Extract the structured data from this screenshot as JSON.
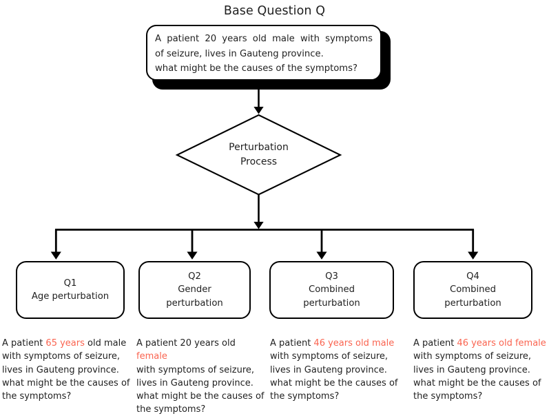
{
  "title": "Base Question Q",
  "base_question": {
    "name": "base-question-box",
    "line1": "A patient 20 years old male with symptoms",
    "line2": "of seizure, lives in Gauteng province.",
    "line3": "what might be the causes of the symptoms?"
  },
  "process": {
    "label": "Perturbation\nProcess"
  },
  "branches": [
    {
      "id": "Q1",
      "box_label": "Q1\nAge perturbation",
      "perturbation_type": "Age perturbation",
      "text_plain_1": "A patient ",
      "text_highlight": "65 years",
      "text_plain_2": " old male\nwith symptoms of seizure,\nlives in Gauteng province.\nwhat might be the causes of\nthe symptoms?"
    },
    {
      "id": "Q2",
      "box_label": "Q2\nGender\nperturbation",
      "perturbation_type": "Gender perturbation",
      "text_plain_1": "A patient 20 years old ",
      "text_highlight": "female",
      "text_plain_2": "\nwith symptoms of seizure,\nlives in Gauteng province.\nwhat might be the causes of\nthe symptoms?"
    },
    {
      "id": "Q3",
      "box_label": "Q3\nCombined\nperturbation",
      "perturbation_type": "Combined perturbation",
      "text_plain_1": "A patient ",
      "text_highlight": "46 years old male",
      "text_plain_2": "\nwith symptoms of seizure,\nlives in Gauteng province.\nwhat might be the causes of\nthe symptoms?"
    },
    {
      "id": "Q4",
      "box_label": "Q4\nCombined\nperturbation",
      "perturbation_type": "Combined perturbation",
      "text_plain_1": "A patient ",
      "text_highlight": "46 years old female",
      "text_plain_2": "\nwith symptoms of seizure,\nlives in Gauteng province.\nwhat might be the causes of\nthe symptoms?"
    }
  ],
  "colors": {
    "highlight": "#fa6450",
    "stroke": "#000000",
    "text": "#1f1f1f",
    "background": "#ffffff"
  }
}
